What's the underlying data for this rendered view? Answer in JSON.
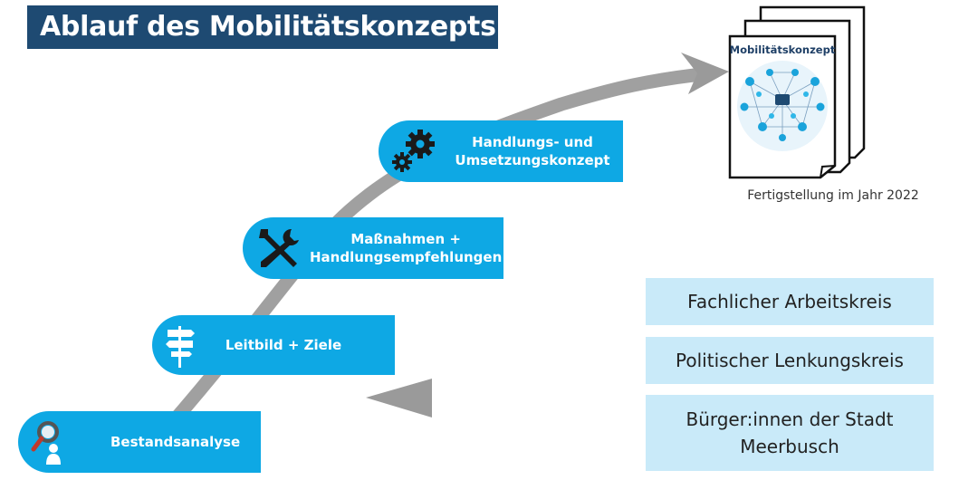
{
  "title": "Ablauf des Mobilitätskonzepts",
  "colors": {
    "title_bg": "#1e4a72",
    "step_bg": "#0ea8e4",
    "box_bg": "#c9eaf9",
    "arrow": "#a0a0a0"
  },
  "steps": [
    {
      "icon": "magnifier-person-icon",
      "lines": [
        "Bestandsanalyse"
      ]
    },
    {
      "icon": "signpost-icon",
      "lines": [
        "Leitbild + Ziele"
      ]
    },
    {
      "icon": "tools-icon",
      "lines": [
        "Maßnahmen +",
        "Handlungsempfehlungen"
      ]
    },
    {
      "icon": "gears-icon",
      "lines": [
        "Handlungs- und",
        "Umsetzungskonzept"
      ]
    }
  ],
  "document": {
    "title": "Mobilitätskonzept",
    "icon": "document-stack-icon",
    "caption": "Fertigstellung im Jahr 2022"
  },
  "groups": [
    {
      "lines": [
        "Fachlicher Arbeitskreis"
      ]
    },
    {
      "lines": [
        "Politischer Lenkungskreis"
      ]
    },
    {
      "lines": [
        "Bürger:innen der Stadt",
        "Meerbusch"
      ]
    }
  ]
}
